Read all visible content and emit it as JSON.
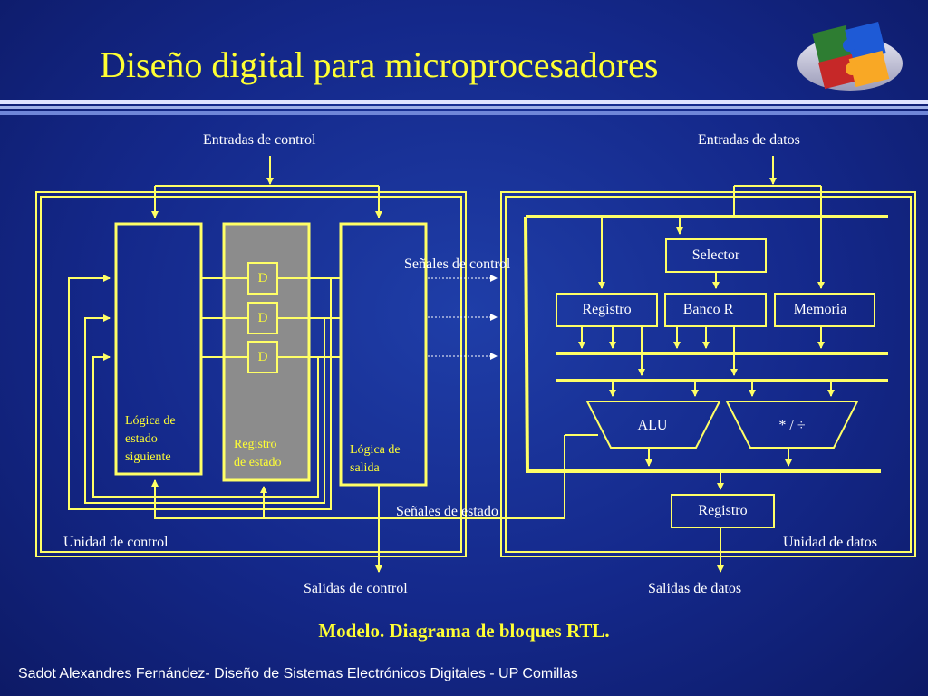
{
  "title": "Diseño digital para microprocesadores",
  "caption": "Modelo.  Diagrama de bloques RTL.",
  "footer": "Sadot Alexandres  Fernández-  Diseño de Sistemas Electrónicos Digitales - UP Comillas",
  "control_unit": {
    "label": "Unidad de  control",
    "inputs": "Entradas de control",
    "outputs": "Salidas  de control",
    "next_state_logic": [
      "Lógica de",
      "estado",
      "siguiente"
    ],
    "state_register": [
      "Registro",
      "de estado"
    ],
    "flipflop": "D",
    "output_logic": [
      "Lógica de",
      "salida"
    ]
  },
  "signals": {
    "control": "Señales de  control",
    "status": "Señales de estado"
  },
  "data_unit": {
    "label": "Unidad de datos",
    "inputs": "Entradas de datos",
    "outputs": "Salidas de datos",
    "selector": "Selector",
    "register": "Registro",
    "bank": "Banco  R",
    "memory": "Memoria",
    "alu": "ALU",
    "muldiv": "* /  ÷",
    "out_register": "Registro"
  },
  "colors": {
    "line": "#ffff66",
    "register_fill": "#8c8c8c",
    "background": "#14288a"
  },
  "logo_icon": "puzzle-chip-icon"
}
